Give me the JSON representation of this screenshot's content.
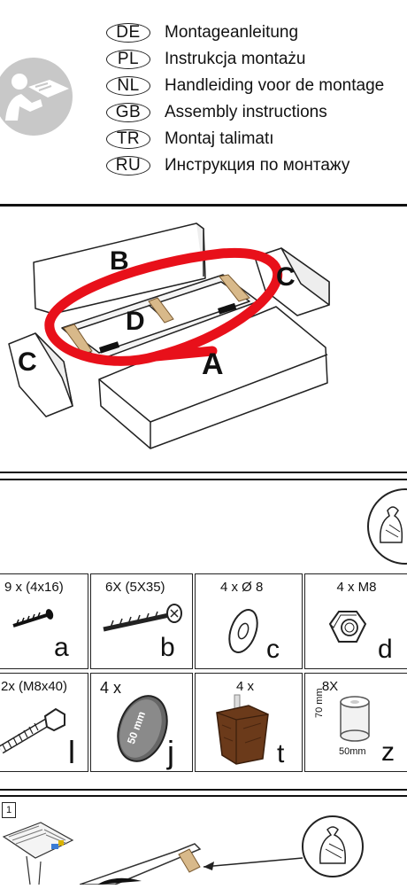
{
  "header": {
    "languages": [
      {
        "code": "DE",
        "text": "Montageanleitung"
      },
      {
        "code": "PL",
        "text": "Instrukcja montażu"
      },
      {
        "code": "NL",
        "text": "Handleiding voor de montage"
      },
      {
        "code": "GB",
        "text": "Assembly instructions"
      },
      {
        "code": "TR",
        "text": "Montaj talimatı"
      },
      {
        "code": "RU",
        "text": "Инструкция по монтажу"
      }
    ]
  },
  "diagram": {
    "labels": {
      "a": "A",
      "b": "B",
      "c_right": "C",
      "c_left": "C",
      "d": "D"
    },
    "highlight_color": "#e8101a"
  },
  "parts": [
    {
      "qty": "9 x (4x16)",
      "letter": "a"
    },
    {
      "qty": "6X (5X35)",
      "letter": "b"
    },
    {
      "qty": "4 x Ø 8",
      "letter": "c"
    },
    {
      "qty": "4 x M8",
      "letter": "d"
    },
    {
      "qty": "2x (M8x40)",
      "letter": "l"
    },
    {
      "qty": "4 x",
      "letter": "j",
      "inner_label": "50 mm"
    },
    {
      "qty": "4 x",
      "letter": "t"
    },
    {
      "qty": "8X",
      "letter": "z",
      "dim_height": "70 mm",
      "dim_width": "50mm"
    }
  ],
  "step": {
    "number": "1"
  }
}
